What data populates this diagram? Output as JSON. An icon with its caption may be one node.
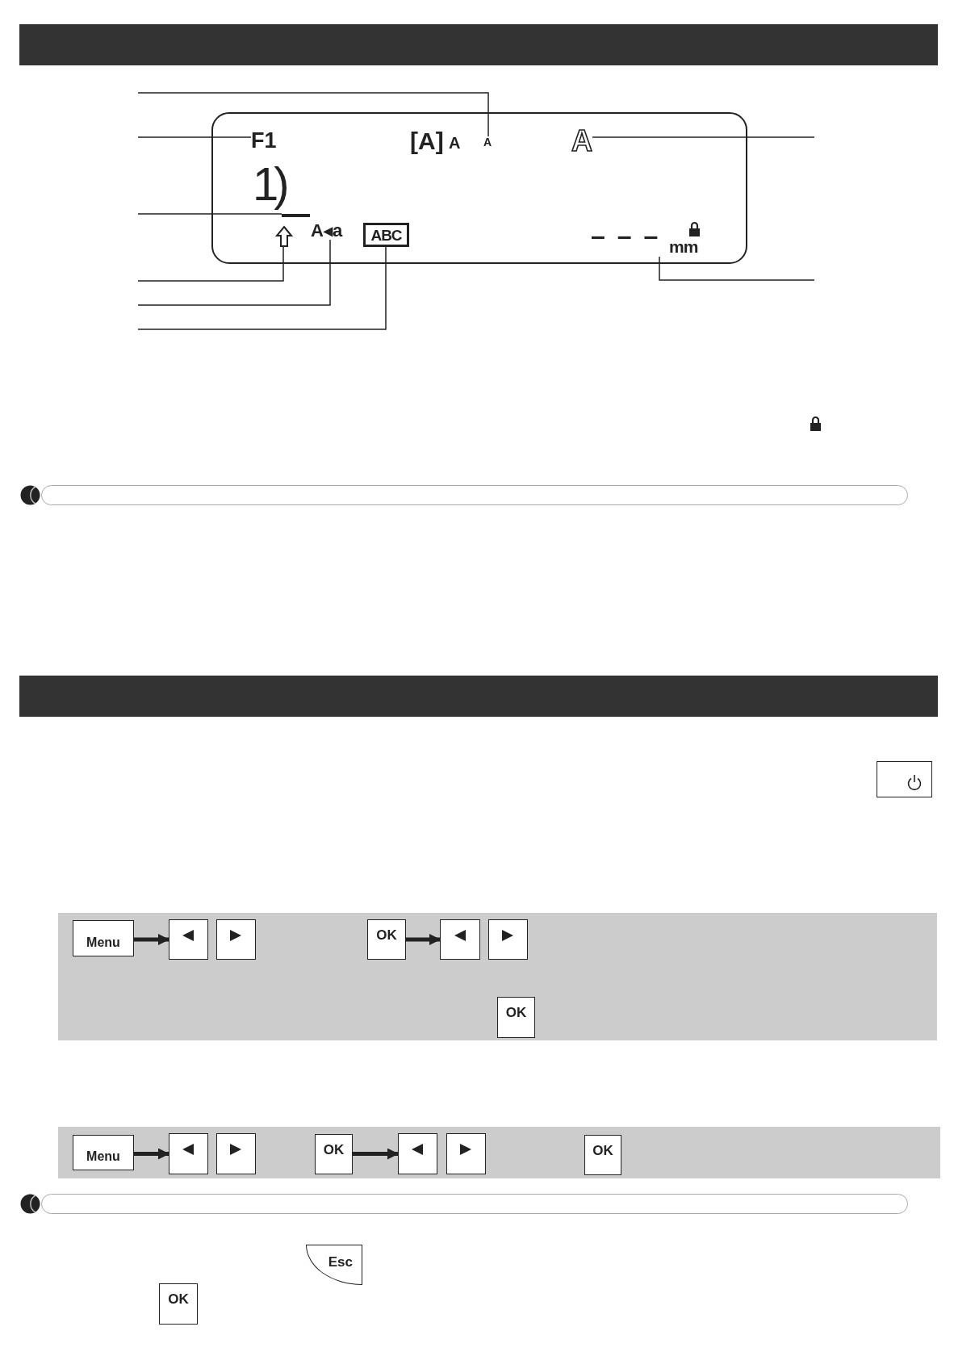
{
  "diagram": {
    "nodes": [
      {
        "text": [],
        "shape": "box"
      },
      {
        "text": [
          "F1"
        ],
        "in": 0
      },
      {
        "text": [
          "A"
        ],
        "in": 0
      },
      {
        "text": [
          "A"
        ],
        "in": 0
      },
      {
        "text": [],
        "shape": "bar",
        "in": 0
      },
      {
        "text": [],
        "shape": "arrow",
        "in": 0
      },
      {
        "text": [
          "A◂a"
        ],
        "in": 0
      },
      {
        "text": [
          "ABC"
        ],
        "in": 0
      },
      {
        "text": [
          "– – –",
          "mm"
        ],
        "in": 0
      },
      {
        "text": [],
        "shape": "bar"
      },
      {
        "text": [],
        "shape": "box"
      },
      {
        "text": [],
        "shape": "box"
      },
      {
        "text": [
          "Menu"
        ],
        "in": 11
      },
      {
        "text": [],
        "shape": "box",
        "in": 11
      },
      {
        "text": [],
        "shape": "box",
        "in": 11
      },
      {
        "text": [
          "OK"
        ],
        "in": 11
      },
      {
        "text": [],
        "shape": "box",
        "in": 11
      },
      {
        "text": [],
        "shape": "box",
        "in": 11
      },
      {
        "text": [
          "OK"
        ],
        "in": 11
      },
      {
        "text": [],
        "shape": "box"
      },
      {
        "text": [
          "Menu"
        ],
        "in": 19
      },
      {
        "text": [],
        "shape": "box",
        "in": 19
      },
      {
        "text": [],
        "shape": "box",
        "in": 19
      },
      {
        "text": [
          "OK"
        ],
        "in": 19
      },
      {
        "text": [],
        "shape": "box",
        "in": 19
      },
      {
        "text": [],
        "shape": "box",
        "in": 19
      },
      {
        "text": [
          "OK"
        ],
        "in": 19
      },
      {
        "text": [],
        "shape": "bar"
      },
      {
        "text": [
          "Esc"
        ]
      },
      {
        "text": [
          "OK"
        ]
      }
    ],
    "edges": [
      {
        "from": null,
        "to": 2,
        "arrow": "none"
      },
      {
        "from": null,
        "to": 1,
        "arrow": "none"
      },
      {
        "from": null,
        "to": 4,
        "arrow": "none"
      },
      {
        "from": null,
        "to": 5,
        "arrow": "none"
      },
      {
        "from": null,
        "to": 6,
        "arrow": "none"
      },
      {
        "from": null,
        "to": 7,
        "arrow": "none"
      },
      {
        "from": null,
        "to": 3,
        "arrow": "none"
      },
      {
        "from": null,
        "to": 8,
        "arrow": "none"
      },
      {
        "from": 12,
        "to": 13,
        "arrow": "to",
        "style": "thick"
      },
      {
        "from": 15,
        "to": 16,
        "arrow": "to",
        "style": "thick"
      },
      {
        "from": 20,
        "to": 21,
        "arrow": "to",
        "style": "thick"
      },
      {
        "from": 23,
        "to": 24,
        "arrow": "to",
        "style": "thick"
      }
    ],
    "labels": [
      "[A]",
      "A",
      "1)"
    ]
  }
}
